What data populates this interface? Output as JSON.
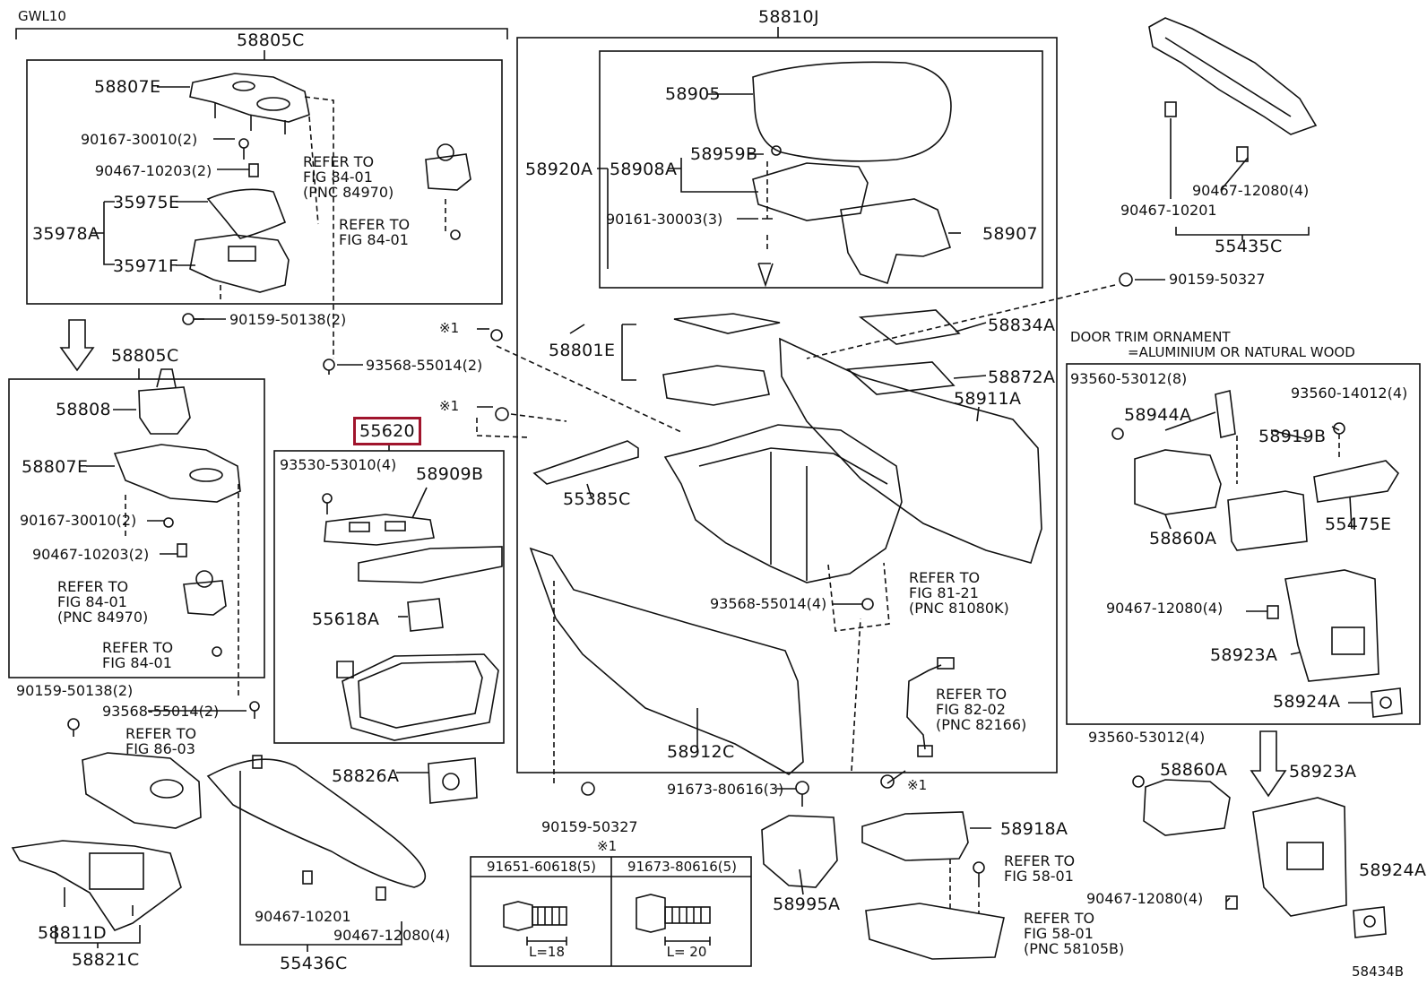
{
  "diagram": {
    "model_code": "GWL10",
    "figure_code": "58434B",
    "highlighted_part": "55620",
    "accent_color": "#a0142c",
    "groups": {
      "g58805c_top": "58805C",
      "g58805c_mid": "58805C",
      "g58810j": "58810J",
      "g55620": "55620",
      "g55435c": "55435C",
      "door_trim_title": "DOOR TRIM ORNAMENT",
      "door_trim_sub": "=ALUMINIUM OR NATURAL WOOD"
    },
    "labels": {
      "p58807E_a": "58807E",
      "p90167_a": "90167-30010(2)",
      "p90467_10203_a": "90467-10203(2)",
      "p35975E": "35975E",
      "p35978A": "35978A",
      "p35971F": "35971F",
      "ref84_01_pnc": "REFER TO\nFIG 84-01\n(PNC 84970)",
      "ref84_01": "REFER TO\nFIG 84-01",
      "p90159_50138_a": "90159-50138(2)",
      "p93568_a": "93568-55014(2)",
      "p58808": "58808",
      "p58807E_b": "58807E",
      "p90167_b": "90167-30010(2)",
      "p90467_10203_b": "90467-10203(2)",
      "ref84_01_pnc_b": "REFER TO\nFIG 84-01\n(PNC 84970)",
      "ref84_01_b": "REFER TO\nFIG 84-01",
      "p90159_50138_b": "90159-50138(2)",
      "p93568_b": "93568-55014(2)",
      "ref86_03": "REFER TO\nFIG 86-03",
      "p58811D": "58811D",
      "p58821C": "58821C",
      "p90467_10201_a": "90467-10201",
      "p90467_12080_a": "90467-12080(4)",
      "p55436C": "55436C",
      "p58826A": "58826A",
      "p93530": "93530-53010(4)",
      "p58909B": "58909B",
      "p55618A": "55618A",
      "p58905": "58905",
      "p58920A": "58920A",
      "p58908A": "58908A",
      "p58959B": "58959B",
      "p90161": "90161-30003(3)",
      "p58907": "58907",
      "p90159_50327_a": "90159-50327",
      "p58801E": "58801E",
      "p58834A": "58834A",
      "p58872A": "58872A",
      "p58911A": "58911A",
      "x1_a": "※1",
      "x1_b": "※1",
      "p55385C": "55385C",
      "p93568_c": "93568-55014(4)",
      "ref81_21": "REFER TO\nFIG 81-21\n(PNC 81080K)",
      "ref82_02": "REFER TO\nFIG 82-02\n(PNC 82166)",
      "p58912C": "58912C",
      "p90159_50327_b": "90159-50327",
      "p91673_80616_3": "91673-80616(3)",
      "x1_c": "※1",
      "x1_d": "※1",
      "p58918A": "58918A",
      "p58995A": "58995A",
      "ref58_01": "REFER TO\nFIG 58-01",
      "ref58_01_pnc": "REFER TO\nFIG 58-01\n(PNC 58105B)",
      "p90467_12080_c": "90467-12080(4)",
      "p90467_10201_c": "90467-10201",
      "p93560_53012_8": "93560-53012(8)",
      "p58944A": "58944A",
      "p93560_14012": "93560-14012(4)",
      "p58919B": "58919B",
      "p58860A_a": "58860A",
      "p55475E": "55475E",
      "p90467_12080_d": "90467-12080(4)",
      "p58923A_a": "58923A",
      "p58924A_a": "58924A",
      "p93560_53012_4": "93560-53012(4)",
      "p58860A_b": "58860A",
      "p58923A_b": "58923A",
      "p58924A_b": "58924A",
      "p90467_12080_e": "90467-12080(4)"
    },
    "fastener_table": {
      "left_code": "91651-60618(5)",
      "right_code": "91673-80616(5)",
      "left_len": "L=18",
      "right_len": "L= 20"
    }
  }
}
